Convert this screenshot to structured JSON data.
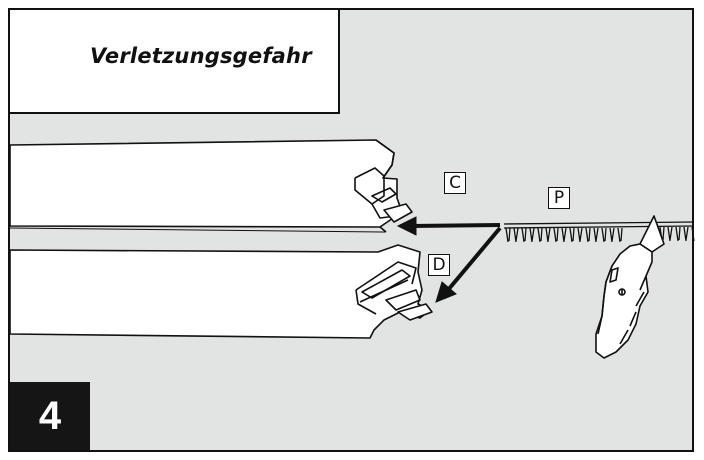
{
  "warning": {
    "text": "Verletzungsgefahr",
    "icon": "warning-triangle-icon"
  },
  "step": {
    "number": "4"
  },
  "labels": {
    "c": "C",
    "d": "D",
    "p": "P"
  },
  "colors": {
    "background": "#e2e3e3",
    "ink": "#111111",
    "step_box": "#151515"
  }
}
